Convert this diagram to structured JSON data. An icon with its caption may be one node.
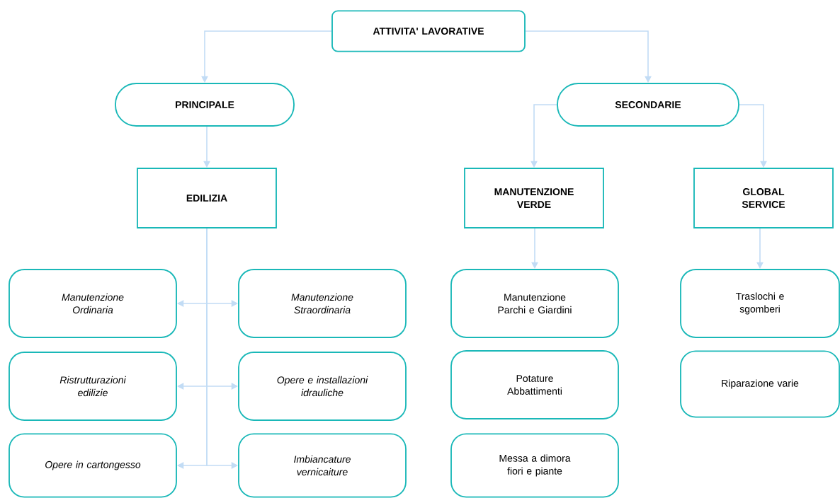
{
  "diagram": {
    "nodes": [
      {
        "text": [
          "ATTIVITA' LAVORATIVE"
        ]
      },
      {
        "text": [
          "PRINCIPALE"
        ]
      },
      {
        "text": [
          "SECONDARIE"
        ]
      },
      {
        "text": [
          "EDILIZIA"
        ]
      },
      {
        "text": [
          "MANUTENZIONE VERDE"
        ]
      },
      {
        "text": [
          "GLOBAL SERVICE"
        ]
      },
      {
        "text": [
          "Manutenzione Ordinaria"
        ]
      },
      {
        "text": [
          "Manutenzione Straordinaria"
        ]
      },
      {
        "text": [
          "Ristrutturazioni edilizie"
        ]
      },
      {
        "text": [
          "Opere e installazioni idrauliche"
        ]
      },
      {
        "text": [
          "Opere in cartongesso"
        ]
      },
      {
        "text": [
          "Imbiancature vernicaiture"
        ]
      },
      {
        "text": [
          "Manutenzione Parchi e Giardini"
        ]
      },
      {
        "text": [
          "Potature Abbattimenti"
        ]
      },
      {
        "text": [
          "Messa a dimora fiori e piante"
        ]
      },
      {
        "text": [
          "Traslochi e sgomberi"
        ]
      },
      {
        "text": [
          "Riparazione varie"
        ]
      }
    ],
    "edges": [
      {
        "from": 0,
        "to": 1,
        "arrow": "to"
      },
      {
        "from": 0,
        "to": 2,
        "arrow": "to"
      },
      {
        "from": 1,
        "to": 3,
        "arrow": "to"
      },
      {
        "from": 2,
        "to": 4,
        "arrow": "to"
      },
      {
        "from": 2,
        "to": 5,
        "arrow": "to"
      },
      {
        "from": 3,
        "to": 6,
        "arrow": "to"
      },
      {
        "from": 3,
        "to": 7,
        "arrow": "to"
      },
      {
        "from": 3,
        "to": 8,
        "arrow": "to"
      },
      {
        "from": 3,
        "to": 9,
        "arrow": "to"
      },
      {
        "from": 3,
        "to": 10,
        "arrow": "to"
      },
      {
        "from": 3,
        "to": 11,
        "arrow": "to"
      },
      {
        "from": 4,
        "to": 12,
        "arrow": "to"
      },
      {
        "from": 5,
        "to": 15,
        "arrow": "to"
      }
    ]
  }
}
